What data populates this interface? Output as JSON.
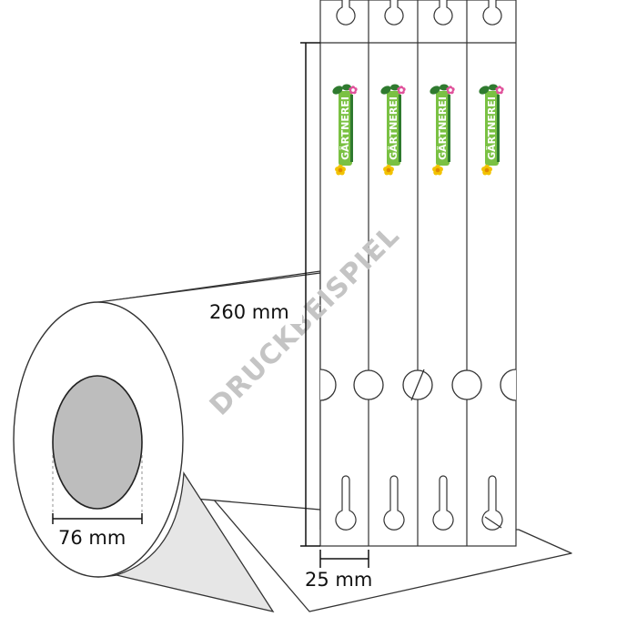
{
  "dimensions": {
    "height_label": "260 mm",
    "width_label": "25 mm",
    "core_label": "76 mm"
  },
  "logo": {
    "text": "GÄRTNEREI",
    "count": 4
  },
  "watermark": {
    "text": "DRUCKBEISPIEL"
  },
  "colors": {
    "outline": "#333333",
    "roll_side": "#e6e6e6",
    "core": "#bdbdbd",
    "logo_green": "#7ac143",
    "logo_yellow": "#f2c200",
    "logo_pink": "#e0529b",
    "logo_dark_green": "#2f7a2f",
    "watermark": "#c4c4c4"
  }
}
